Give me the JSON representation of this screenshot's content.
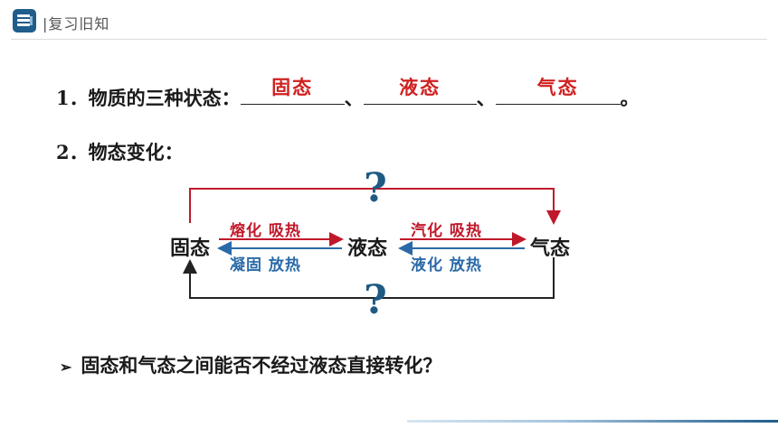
{
  "header": {
    "title": "|复习旧知",
    "logo_icon": "book-stack-icon"
  },
  "question1": {
    "prefix": "1．物质的三种状态：",
    "answers": [
      "固态",
      "液态",
      "气态"
    ],
    "separator1": "、",
    "separator2": "、",
    "end": "。"
  },
  "question2": {
    "label": "2．物态变化："
  },
  "diagram": {
    "states": {
      "solid": "固态",
      "liquid": "液态",
      "gas": "气态"
    },
    "melt": "熔化 吸热",
    "freeze": "凝固 放热",
    "vaporize": "汽化 吸热",
    "liquefy": "液化 放热",
    "qmark_top": "?",
    "qmark_bottom": "?"
  },
  "question3": {
    "bullet": "➢",
    "text": "固态和气态之间能否不经过液态直接转化？"
  },
  "colors": {
    "answer_red": "#d02020",
    "absorb_red": "#c0182a",
    "release_blue": "#2a6aa8",
    "qmark_blue": "#1f5a85",
    "accent": "#1f5d8c"
  }
}
